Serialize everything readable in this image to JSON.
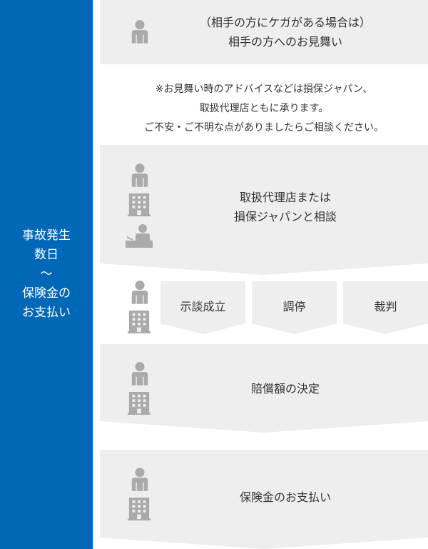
{
  "sidebar": {
    "label": "事故発生\n数日\n～\n保険金の\nお支払い"
  },
  "steps": [
    {
      "label": "（相手の方にケガがある場合は）\n相手の方へのお見舞い"
    },
    {
      "label": "取扱代理店または\n損保ジャパンと相談"
    },
    {
      "label": "賠償額の決定"
    },
    {
      "label": "保険金のお支払い"
    }
  ],
  "note": "※お見舞い時のアドバイスなどは損保ジャパン、\n取扱代理店ともに承ります。\nご不安・ご不明な点がありましたらご相談ください。",
  "options": [
    "示談成立",
    "調停",
    "裁判"
  ],
  "colors": {
    "sidebar": "#0068b7",
    "block": "#eeeeee",
    "icon": "#aaaaaa",
    "text": "#333333"
  },
  "icons": [
    "person-icon",
    "building-icon",
    "agent-at-desk-icon"
  ]
}
